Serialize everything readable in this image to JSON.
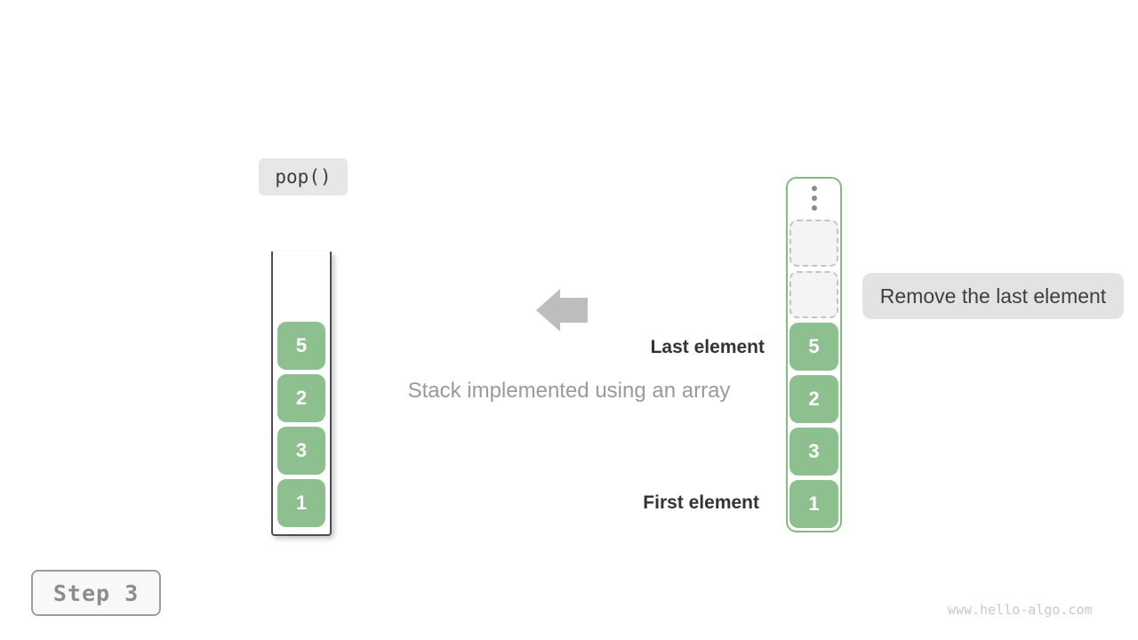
{
  "operation": {
    "label": "pop()"
  },
  "left_stack": {
    "cells": [
      "5",
      "2",
      "3",
      "1"
    ]
  },
  "right_array": {
    "cells": [
      "5",
      "2",
      "3",
      "1"
    ],
    "empty_slot_count": 2,
    "has_ellipsis": true
  },
  "annotations": {
    "last_element": "Last element",
    "first_element": "First element",
    "remove_note": "Remove the last element",
    "caption": "Stack implemented using an array"
  },
  "step": {
    "label": "Step 3"
  },
  "watermark": "www.hello-algo.com",
  "colors": {
    "cell_green": "#8ebf8e",
    "array_border_green": "#85b985",
    "arrow_gray": "#bdbdbd",
    "chip_bg_gray": "#e7e7e7",
    "note_bg_gray": "#e3e3e3",
    "caption_gray": "#9a9a9a",
    "label_dark": "#333333",
    "step_text_gray": "#8d8d8d",
    "watermark_gray": "#c9c9c9"
  }
}
